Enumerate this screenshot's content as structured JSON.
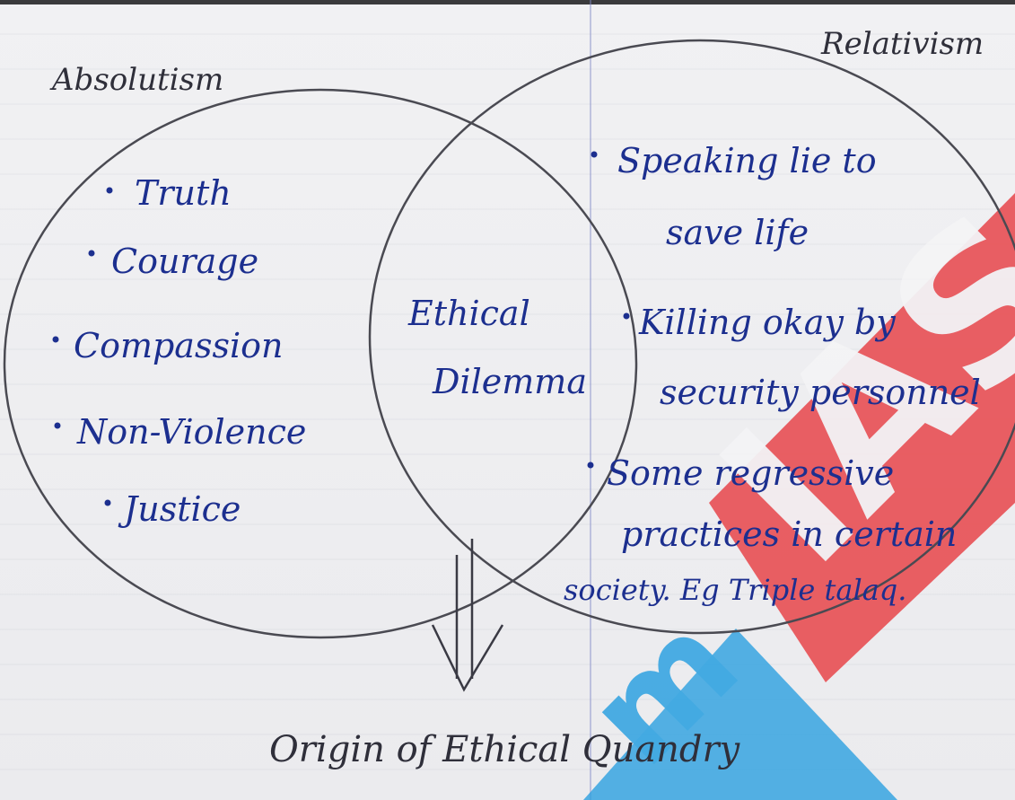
{
  "circles": {
    "left": {
      "title": "Absolutism",
      "items": [
        "Truth",
        "Courage",
        "Compassion",
        "Non-Violence",
        "Justice"
      ]
    },
    "right": {
      "title": "Relativism",
      "items": [
        [
          "Speaking lie to",
          "save life"
        ],
        [
          "Killing okay by",
          "security personnel"
        ],
        [
          "Some regressive",
          "practices in certain",
          "society. Eg Triple talaq."
        ]
      ]
    },
    "overlap": [
      "Ethical",
      "Dilemma"
    ]
  },
  "result": "Origin of Ethical Quandry",
  "watermark": {
    "text": "IAS",
    "blue_text": "m",
    "colors": {
      "red": "#e84a4f",
      "blue": "#2aa0e0"
    }
  },
  "colors": {
    "ink_dark": "#2f2f3a",
    "ink_blue": "#1c2f8f"
  }
}
